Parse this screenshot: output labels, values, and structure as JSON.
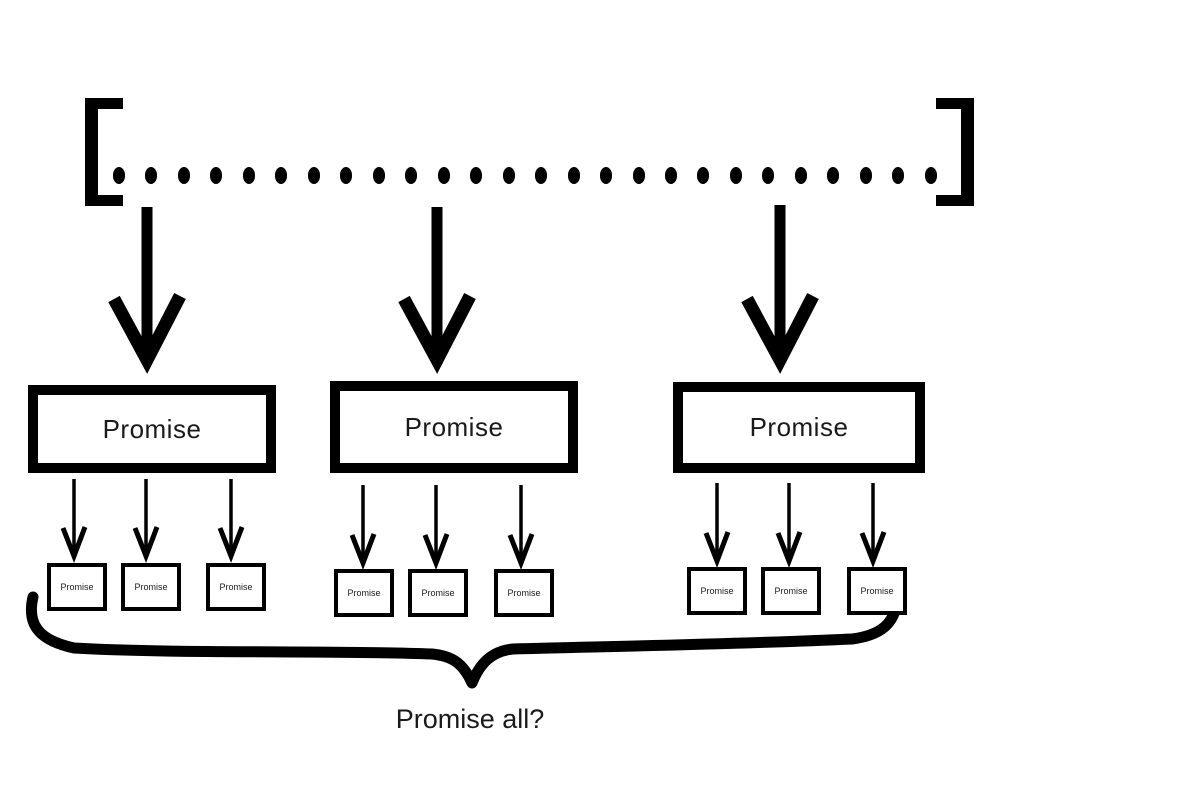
{
  "diagram": {
    "colors": {
      "ink": "#000000",
      "background": "#ffffff"
    },
    "array": {
      "open_bracket": "[",
      "close_bracket": "]",
      "dot_count": 26
    },
    "groups": [
      {
        "label": "Promise",
        "children": [
          "Promise",
          "Promise",
          "Promise"
        ]
      },
      {
        "label": "Promise",
        "children": [
          "Promise",
          "Promise",
          "Promise"
        ]
      },
      {
        "label": "Promise",
        "children": [
          "Promise",
          "Promise",
          "Promise"
        ]
      }
    ],
    "caption": "Promise all?"
  }
}
